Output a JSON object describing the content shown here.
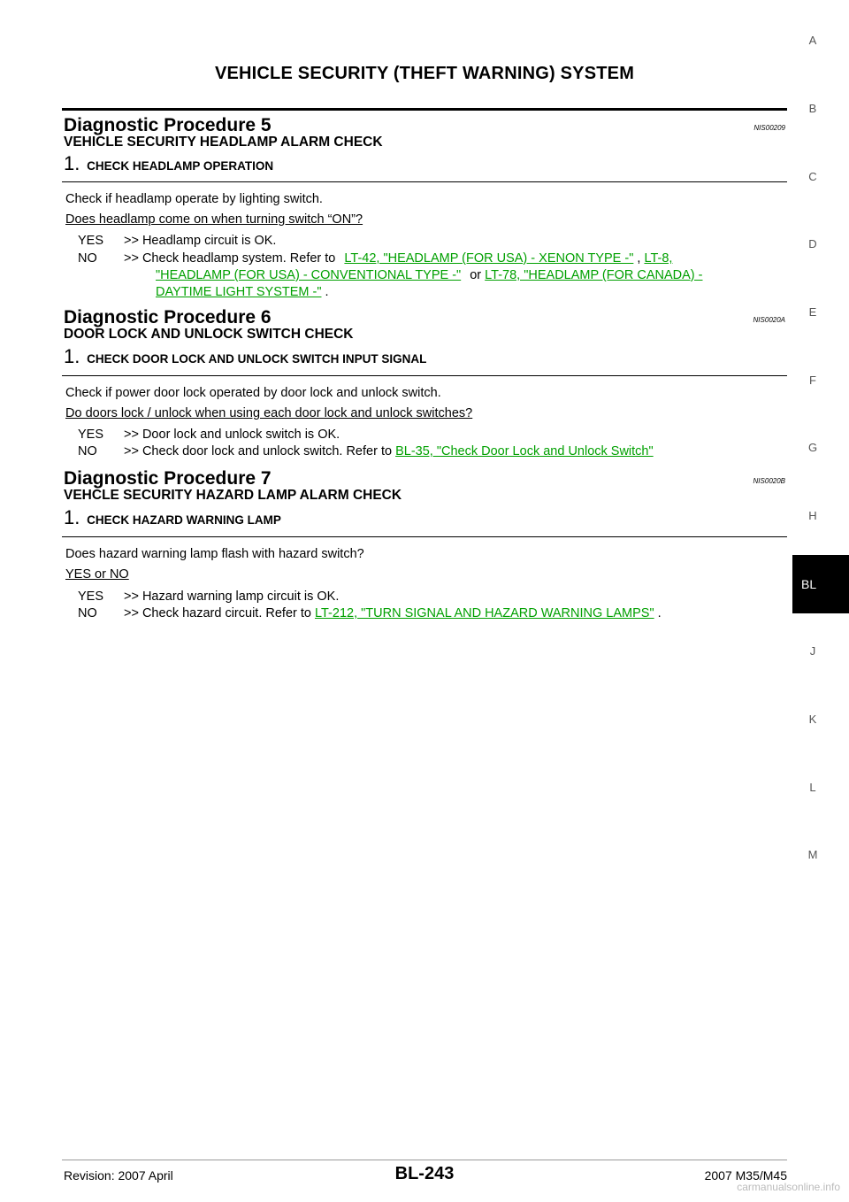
{
  "header": {
    "title": "VEHICLE SECURITY (THEFT WARNING) SYSTEM"
  },
  "procedures": [
    {
      "title": "Diagnostic Procedure 5",
      "code": "NIS00209",
      "section": "VEHICLE SECURITY HEADLAMP ALARM CHECK",
      "step_num": "1.",
      "step_title": "CHECK HEADLAMP OPERATION",
      "instruction": "Check if headlamp operate by lighting switch.",
      "question": "Does headlamp come on when turning switch “ON”?",
      "yes_label": "YES",
      "yes_text": ">> Headlamp circuit is OK.",
      "no_label": "NO",
      "no_text": ">> Check headlamp system. Refer to",
      "links": [
        "LT-42, \"HEADLAMP (FOR USA) - XENON TYPE -\"",
        "LT-8,",
        "\"HEADLAMP (FOR USA) - CONVENTIONAL TYPE -\"",
        "LT-78, \"HEADLAMP (FOR CANADA) -",
        "DAYTIME LIGHT SYSTEM -\""
      ],
      "sep_comma": ",",
      "sep_or": "or",
      "end_dot": "."
    },
    {
      "title": "Diagnostic Procedure 6",
      "code": "NIS0020A",
      "section": "DOOR LOCK AND UNLOCK SWITCH CHECK",
      "step_num": "1.",
      "step_title": "CHECK DOOR LOCK AND UNLOCK SWITCH INPUT SIGNAL",
      "instruction": "Check if power door lock operated by door lock and unlock switch.",
      "question": "Do doors lock / unlock when using each door lock and unlock switches?",
      "yes_label": "YES",
      "yes_text": ">> Door lock and unlock switch is OK.",
      "no_label": "NO",
      "no_text": ">> Check door lock and unlock switch. Refer to",
      "link": "BL-35, \"Check Door Lock and Unlock Switch\""
    },
    {
      "title": "Diagnostic Procedure 7",
      "code": "NIS0020B",
      "section": "VEHCLE SECURITY HAZARD LAMP ALARM CHECK",
      "step_num": "1.",
      "step_title": "CHECK HAZARD WARNING LAMP",
      "instruction": "Does hazard warning lamp flash with hazard switch?",
      "question": "YES or NO",
      "yes_label": "YES",
      "yes_text": ">> Hazard warning lamp circuit is OK.",
      "no_label": "NO",
      "no_text": ">> Check hazard circuit. Refer to",
      "link": "LT-212, \"TURN SIGNAL AND HAZARD WARNING LAMPS\"",
      "end_dot": "."
    }
  ],
  "side_index": [
    "A",
    "B",
    "C",
    "D",
    "E",
    "F",
    "G",
    "H",
    "BL",
    "J",
    "K",
    "L",
    "M"
  ],
  "footer": {
    "revision": "Revision: 2007 April",
    "page": "BL-243",
    "model": "2007 M35/M45",
    "watermark": "carmanualsonline.info"
  }
}
